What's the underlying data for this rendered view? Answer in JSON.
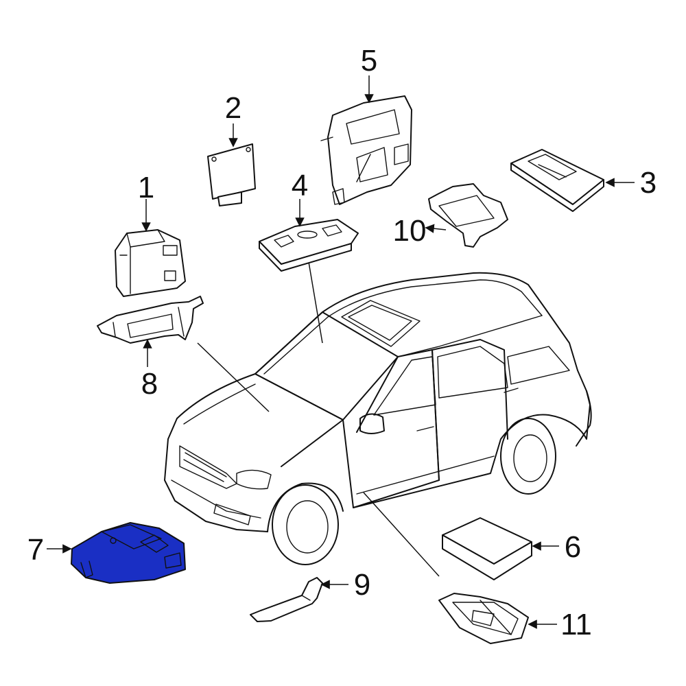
{
  "callouts": [
    {
      "id": "1",
      "label": "1"
    },
    {
      "id": "2",
      "label": "2"
    },
    {
      "id": "3",
      "label": "3"
    },
    {
      "id": "4",
      "label": "4"
    },
    {
      "id": "5",
      "label": "5"
    },
    {
      "id": "6",
      "label": "6"
    },
    {
      "id": "7",
      "label": "7"
    },
    {
      "id": "8",
      "label": "8"
    },
    {
      "id": "9",
      "label": "9"
    },
    {
      "id": "10",
      "label": "10"
    },
    {
      "id": "11",
      "label": "11"
    }
  ],
  "colors": {
    "highlight": "#1a2fc4",
    "line": "#111111",
    "background": "#ffffff"
  },
  "highlighted_part": "7"
}
